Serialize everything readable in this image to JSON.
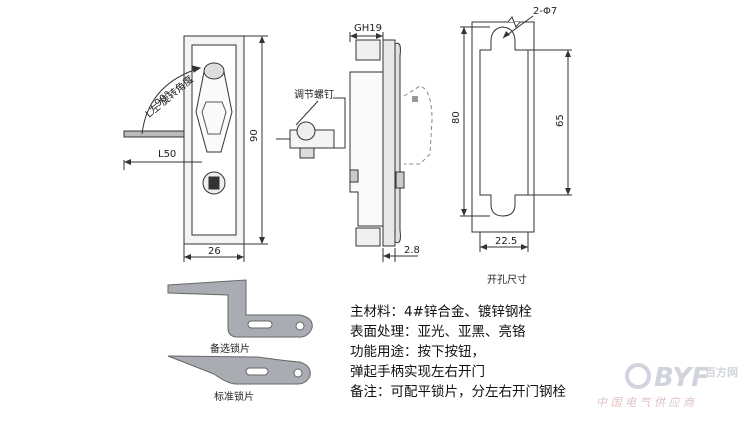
{
  "front_view": {
    "angle_label": "L左 旋转角度",
    "angle_value": "90°",
    "handle_length": "L50",
    "height_dim": "90",
    "width_dim": "26"
  },
  "side_view": {
    "gh_label": "GH19",
    "screw_label": "调节螺钉",
    "offset_dim": "2.8"
  },
  "cutout_view": {
    "hole_label": "2-Φ7",
    "outer_height": "80",
    "inner_height": "65",
    "width_dim": "22.5",
    "caption": "开孔尺寸"
  },
  "lock_pieces": {
    "piece1_caption": "备选锁片",
    "piece2_caption": "标准锁片"
  },
  "specs": [
    "主材料：4#锌合金、镀锌钢栓",
    "表面处理：亚光、亚黑、亮铬",
    "功能用途：按下按钮，",
    "弹起手柄实现左右开门",
    "备注：可配平锁片，分左右开门钢栓"
  ],
  "watermark": {
    "brand": "BYF",
    "brand_suffix": "百方网",
    "tagline": "中 国 电 气 供 应 商",
    "color": "#c9ccd8"
  }
}
